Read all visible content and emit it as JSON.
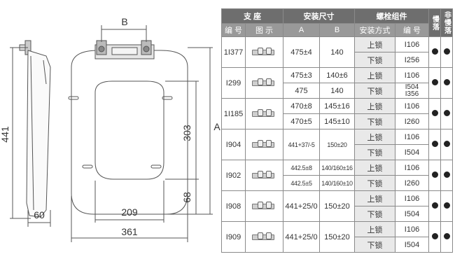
{
  "drawing": {
    "dim_b": "B",
    "dim_a": "A",
    "dim_height": "441",
    "dim_depth": "60",
    "dim_inner_length": "303",
    "dim_bottom_gap": "68",
    "dim_inner_width": "209",
    "dim_outer_width": "361"
  },
  "table": {
    "group_headers": {
      "seat": "支 座",
      "install_size": "安装尺寸",
      "bolt_set": "螺栓组件",
      "slow": "慢落",
      "non_slow": "非慢落"
    },
    "sub_headers": {
      "code": "编 号",
      "picture": "图 示",
      "a": "A",
      "b": "B",
      "install_method": "安装方式",
      "number": "编 号"
    },
    "groups": [
      {
        "code": "1I377",
        "rows": [
          {
            "a": "475±4",
            "b": "140",
            "method": "上锁",
            "bolt": "I106"
          },
          {
            "a": "",
            "b": "",
            "method": "下锁",
            "bolt": "I256"
          }
        ]
      },
      {
        "code": "I299",
        "rows": [
          {
            "a": "475±3",
            "b": "140±6",
            "method": "上锁",
            "bolt": "I106"
          },
          {
            "a": "475",
            "b": "140",
            "method": "下锁",
            "bolt": "I504\nI356"
          }
        ]
      },
      {
        "code": "1I185",
        "rows": [
          {
            "a": "470±8",
            "b": "145±16",
            "method": "上锁",
            "bolt": "I106"
          },
          {
            "a": "470±5",
            "b": "145±10",
            "method": "下锁",
            "bolt": "I260"
          }
        ]
      },
      {
        "code": "I904",
        "rows": [
          {
            "a": "441+37/-5",
            "b": "150±20",
            "method": "上锁",
            "bolt": "I106"
          },
          {
            "a": "",
            "b": "",
            "method": "下锁",
            "bolt": "I504"
          }
        ]
      },
      {
        "code": "I902",
        "rows": [
          {
            "a": "442.5±8",
            "b": "140/160±16",
            "method": "上锁",
            "bolt": "I106"
          },
          {
            "a": "442.5±5",
            "b": "140/160±10",
            "method": "下锁",
            "bolt": "I260"
          }
        ]
      },
      {
        "code": "I908",
        "rows": [
          {
            "a": "441+25/0",
            "b": "150±20",
            "method": "上锁",
            "bolt": "I106"
          },
          {
            "a": "",
            "b": "",
            "method": "下锁",
            "bolt": "I504"
          }
        ]
      },
      {
        "code": "I909",
        "rows": [
          {
            "a": "441+25/0",
            "b": "150±20",
            "method": "上锁",
            "bolt": "I106"
          },
          {
            "a": "",
            "b": "",
            "method": "下锁",
            "bolt": "I504"
          }
        ]
      }
    ]
  }
}
